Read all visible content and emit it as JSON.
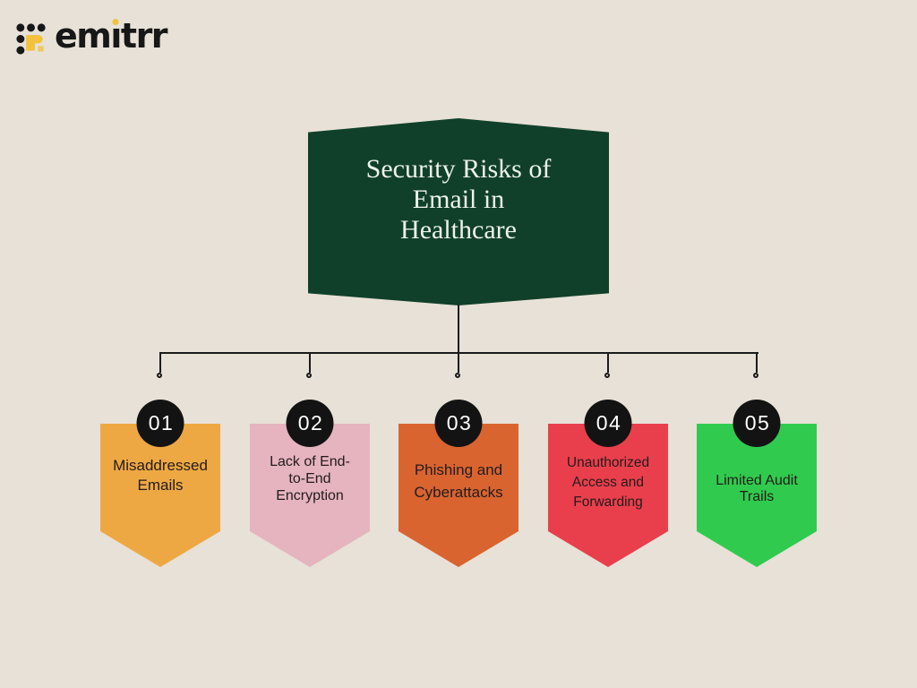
{
  "brand": {
    "name": "emitrr",
    "part1": "em",
    "dotless_i": "ı",
    "part2": "trr"
  },
  "title": {
    "full": "Security Risks of Email in Healthcare",
    "lines": [
      "Security Risks of",
      "Email in",
      "Healthcare"
    ]
  },
  "colors": {
    "background": "#e7e1d7",
    "title_box": "#11402a",
    "title_text": "#edf3eb",
    "connector": "#1b1b1b",
    "number_circle": "#131313",
    "number_text": "#ffffff",
    "label_text": "#231c1c",
    "logo_text": "#171717",
    "logo_yellow": "#f2c23e"
  },
  "items": [
    {
      "number": "01",
      "label": "Misaddressed Emails",
      "color": "#eea843"
    },
    {
      "number": "02",
      "label": "Lack of End-to-End Encryption",
      "color": "#e5b4bf"
    },
    {
      "number": "03",
      "label": "Phishing and Cyberattacks",
      "color": "#d96430"
    },
    {
      "number": "04",
      "label": "Unauthorized Access and Forwarding",
      "color": "#e93f4c"
    },
    {
      "number": "05",
      "label": "Limited Audit Trails",
      "color": "#30cb4e"
    }
  ]
}
